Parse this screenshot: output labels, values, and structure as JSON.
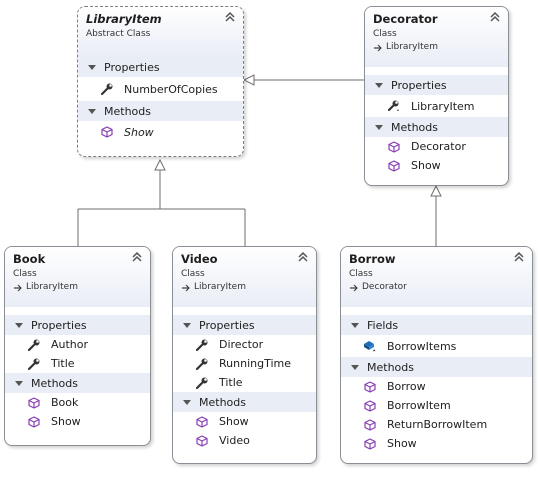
{
  "classes": {
    "libraryitem": {
      "name": "LibraryItem",
      "stereotype": "Abstract Class",
      "sections": [
        {
          "title": "Properties",
          "members": [
            {
              "label": "NumberOfCopies",
              "icon": "wrench-icon"
            }
          ]
        },
        {
          "title": "Methods",
          "members": [
            {
              "label": "Show",
              "icon": "method-cube-icon"
            }
          ]
        }
      ]
    },
    "decorator": {
      "name": "Decorator",
      "stereotype": "Class",
      "base": "LibraryItem",
      "sections": [
        {
          "title": "Properties",
          "members": [
            {
              "label": "LibraryItem",
              "icon": "protected-wrench-icon"
            }
          ]
        },
        {
          "title": "Methods",
          "members": [
            {
              "label": "Decorator",
              "icon": "method-cube-icon"
            },
            {
              "label": "Show",
              "icon": "method-cube-icon"
            }
          ]
        }
      ]
    },
    "book": {
      "name": "Book",
      "stereotype": "Class",
      "base": "LibraryItem",
      "sections": [
        {
          "title": "Properties",
          "members": [
            {
              "label": "Author",
              "icon": "wrench-icon"
            },
            {
              "label": "Title",
              "icon": "wrench-icon"
            }
          ]
        },
        {
          "title": "Methods",
          "members": [
            {
              "label": "Book",
              "icon": "method-cube-icon"
            },
            {
              "label": "Show",
              "icon": "method-cube-icon"
            }
          ]
        }
      ]
    },
    "video": {
      "name": "Video",
      "stereotype": "Class",
      "base": "LibraryItem",
      "sections": [
        {
          "title": "Properties",
          "members": [
            {
              "label": "Director",
              "icon": "wrench-icon"
            },
            {
              "label": "RunningTime",
              "icon": "wrench-icon"
            },
            {
              "label": "Title",
              "icon": "wrench-icon"
            }
          ]
        },
        {
          "title": "Methods",
          "members": [
            {
              "label": "Show",
              "icon": "method-cube-icon"
            },
            {
              "label": "Video",
              "icon": "method-cube-icon"
            }
          ]
        }
      ]
    },
    "borrow": {
      "name": "Borrow",
      "stereotype": "Class",
      "base": "Decorator",
      "sections": [
        {
          "title": "Fields",
          "members": [
            {
              "label": "BorrowItems",
              "icon": "protected-field-icon"
            }
          ]
        },
        {
          "title": "Methods",
          "members": [
            {
              "label": "Borrow",
              "icon": "method-cube-icon"
            },
            {
              "label": "BorrowItem",
              "icon": "method-cube-icon"
            },
            {
              "label": "ReturnBorrowItem",
              "icon": "method-cube-icon"
            },
            {
              "label": "Show",
              "icon": "method-cube-icon"
            }
          ]
        }
      ]
    }
  },
  "colors": {
    "header_gradient_end": "#e9edf6",
    "border": "#8a8f96",
    "method_icon": "#8a3fb5",
    "field_icon": "#1f6fb8",
    "connector": "#6e6e6e"
  }
}
